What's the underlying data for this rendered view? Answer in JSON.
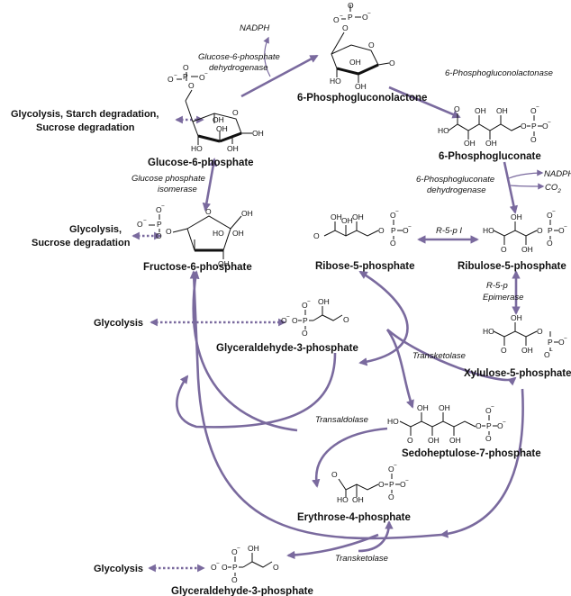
{
  "compounds": {
    "g6p": "Glucose-6-phosphate",
    "pgl": "6-Phosphogluconolactone",
    "pg": "6-Phosphogluconate",
    "f6p": "Fructose-6-phosphate",
    "r5p": "Ribose-5-phosphate",
    "ru5p": "Ribulose-5-phosphate",
    "g3p_mid": "Glyceraldehyde-3-phosphate",
    "xu5p": "Xylulose-5-phosphate",
    "s7p": "Sedoheptulose-7-phosphate",
    "e4p": "Erythrose-4-phosphate",
    "g3p_bottom": "Glyceraldehyde-3-phosphate"
  },
  "external": {
    "glyc_starch_1": "Glycolysis, Starch degradation,",
    "glyc_starch_2": "Sucrose degradation",
    "glyc_sucrose_1": "Glycolysis,",
    "glyc_sucrose_2": "Sucrose degradation",
    "glycolysis_mid": "Glycolysis",
    "glycolysis_bottom": "Glycolysis"
  },
  "enzymes": {
    "g6pdh_1": "Glucose-6-phosphate",
    "g6pdh_2": "dehydrogenase",
    "lactonase": "6-Phosphogluconolactonase",
    "pgdh_1": "6-Phosphogluconate",
    "pgdh_2": "dehydrogenase",
    "gpi_1": "Glucose phosphate",
    "gpi_2": "isomerase",
    "r5pi": "R-5-p I",
    "rpe_1": "R-5-p",
    "rpe_2": "Epimerase",
    "tk_1": "Transketolase",
    "ta": "Transaldolase",
    "tk_2": "Transketolase"
  },
  "cofactors": {
    "nadph_top": "NADPH",
    "nadph_right": "NADPH",
    "co2": "CO"
  },
  "colors": {
    "arrow": "#7a6a9e",
    "text": "#111111",
    "background": "#ffffff"
  }
}
